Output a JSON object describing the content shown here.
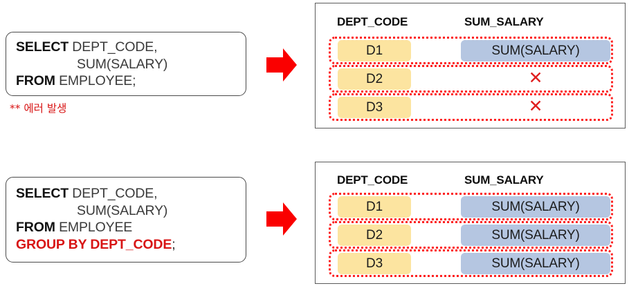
{
  "panels": [
    {
      "id": "without-group-by",
      "query": {
        "line1_keyword": "SELECT",
        "line1_rest": " DEPT_CODE,",
        "line2_rest": "SUM(SALARY)",
        "line3_keyword": "FROM",
        "line3_rest": " EMPLOYEE;",
        "line4_keyword": "",
        "line4_semicolon": ""
      },
      "note": "** 에러 발생",
      "arrow": "right-arrow-icon",
      "table": {
        "headers": [
          "DEPT_CODE",
          "SUM_SALARY"
        ],
        "rows": [
          {
            "dept": "D1",
            "sum": "SUM(SALARY)",
            "sum_kind": "value"
          },
          {
            "dept": "D2",
            "sum": "✕",
            "sum_kind": "error"
          },
          {
            "dept": "D3",
            "sum": "✕",
            "sum_kind": "error"
          }
        ]
      }
    },
    {
      "id": "with-group-by",
      "query": {
        "line1_keyword": "SELECT",
        "line1_rest": " DEPT_CODE,",
        "line2_rest": "SUM(SALARY)",
        "line3_keyword": "FROM",
        "line3_rest": " EMPLOYEE",
        "line4_keyword": "GROUP BY DEPT_CODE",
        "line4_semicolon": ";"
      },
      "note": "",
      "arrow": "right-arrow-icon",
      "table": {
        "headers": [
          "DEPT_CODE",
          "SUM_SALARY"
        ],
        "rows": [
          {
            "dept": "D1",
            "sum": "SUM(SALARY)",
            "sum_kind": "value"
          },
          {
            "dept": "D2",
            "sum": "SUM(SALARY)",
            "sum_kind": "value"
          },
          {
            "dept": "D3",
            "sum": "SUM(SALARY)",
            "sum_kind": "value"
          }
        ]
      }
    }
  ],
  "colors": {
    "dept_cell": "#FCE4A0",
    "sum_cell": "#B5C6E1",
    "group_outline": "#FD2020",
    "error_text": "#D81515",
    "arrow": "#FA0000",
    "keyword": "#111111",
    "identifier": "#3A3A3A"
  }
}
